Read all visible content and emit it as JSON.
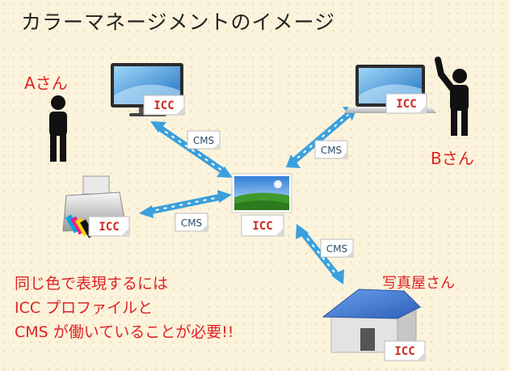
{
  "title": "カラーマネージメントのイメージ",
  "people": {
    "a": "Aさん",
    "b": "Bさん",
    "lab": "写真屋さん"
  },
  "tags": {
    "icc": "ICC",
    "cms": "CMS"
  },
  "note": {
    "line1": "同じ色で表現するには",
    "line2": "ICC プロファイルと",
    "line3": "CMS が働いていることが必要!!"
  },
  "colors": {
    "accent_red": "#e02222",
    "arrow_blue": "#3aa0dd",
    "house_roof": "#3f74c8"
  }
}
